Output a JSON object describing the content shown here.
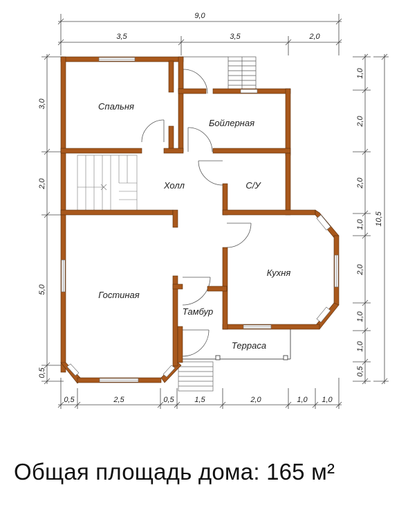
{
  "rooms": {
    "bedroom": "Спальня",
    "boiler": "Бойлерная",
    "hall": "Холл",
    "wc": "С/У",
    "kitchen": "Кухня",
    "living": "Гостиная",
    "vestibule": "Тамбур",
    "terrace": "Терраса"
  },
  "dimensions": {
    "top_total": "9,0",
    "top_segments": [
      "3,5",
      "3,5",
      "2,0"
    ],
    "bottom_segments": [
      "0,5",
      "2,5",
      "0,5",
      "1,5",
      "2,0",
      "1,0",
      "1,0"
    ],
    "left_segments": [
      "3,0",
      "2,0",
      "5,0",
      "0,5"
    ],
    "right_segments": [
      "1,0",
      "2,0",
      "2,0",
      "1,0",
      "2,0",
      "1,0",
      "1,0",
      "0,5"
    ],
    "right_total": "10,5"
  },
  "caption": "Общая площадь дома: 165 м²",
  "colors": {
    "wall": "#A8581C",
    "line": "#444444"
  }
}
